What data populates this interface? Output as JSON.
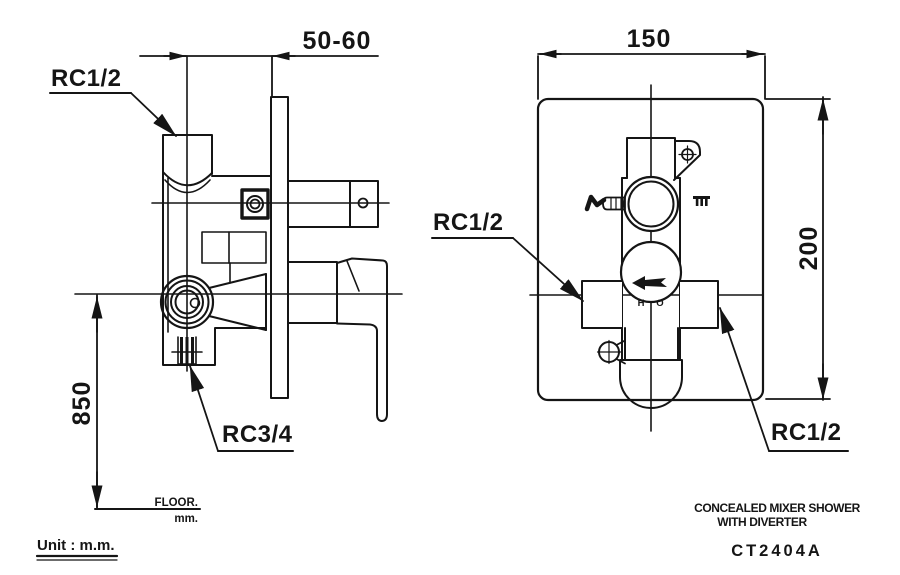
{
  "unit_note": "Unit : m.m.",
  "floor": {
    "label": "FLOOR.",
    "unit": "mm."
  },
  "side_view": {
    "dim_wall_depth": "50-60",
    "dim_floor_height": "850",
    "inlet_label": "RC1/2",
    "outlet_label": "RC3/4"
  },
  "front_view": {
    "dim_width": "150",
    "dim_height": "200",
    "left_inlet_label": "RC1/2",
    "right_inlet_label": "RC1/2",
    "hot_marker": "H",
    "cold_marker": "O"
  },
  "title_block": {
    "line1": "CONCEALED MIXER SHOWER",
    "line2": "WITH DIVERTER",
    "model": "CT2404A"
  },
  "colors": {
    "line": "#151515",
    "background": "#ffffff"
  }
}
